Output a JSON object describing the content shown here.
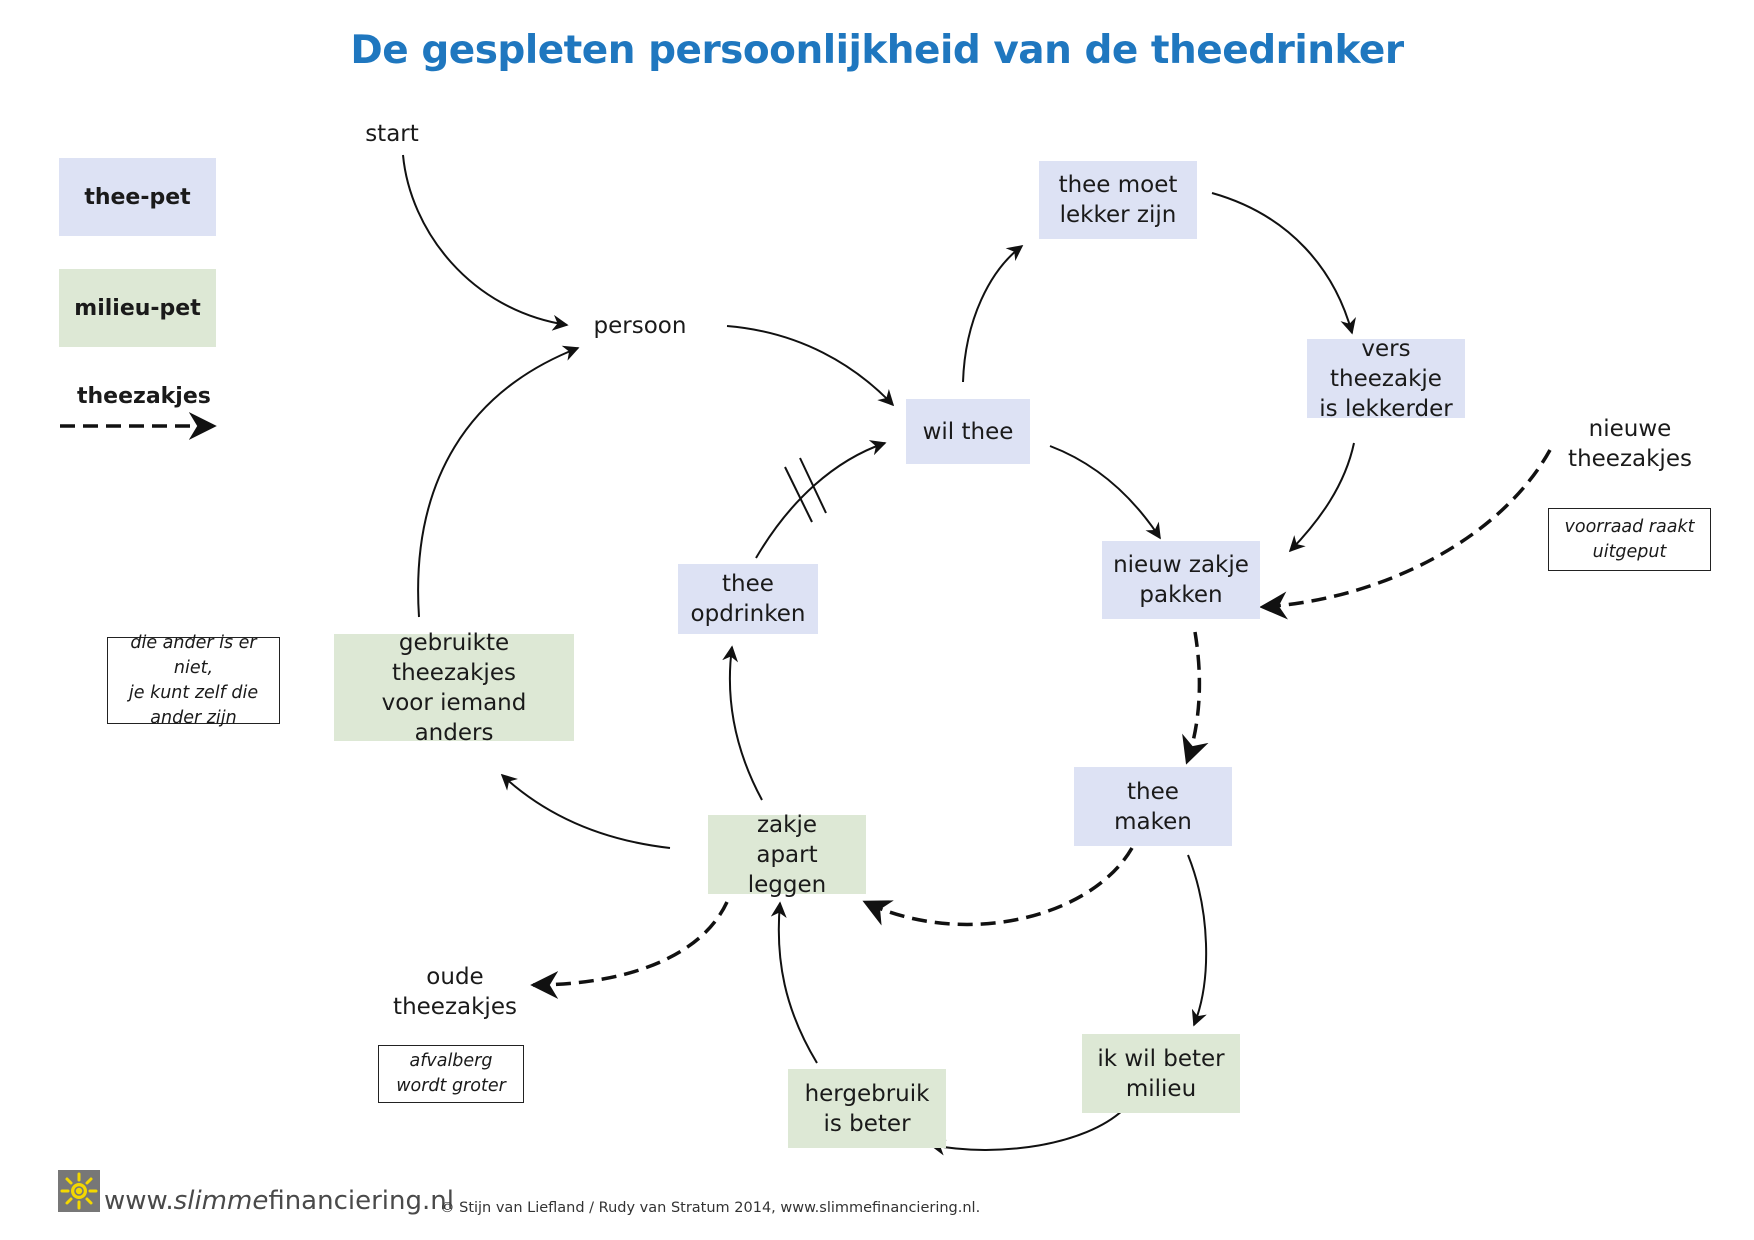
{
  "title": "De gespleten persoonlijkheid van de theedrinker",
  "colors": {
    "title": "#1f77bf",
    "thee_pet": "#dde2f4",
    "milieu_pet": "#dde8d5"
  },
  "legend": {
    "thee_pet": "thee-pet",
    "milieu_pet": "milieu-pet",
    "theezakjes": "theezakjes"
  },
  "nodes": {
    "start": "start",
    "persoon": "persoon",
    "wil_thee": "wil thee",
    "thee_moet_lekker": "thee moet\nlekker zijn",
    "vers_theezakje": "vers theezakje\nis lekkerder",
    "nieuwe_theezakjes": "nieuwe\ntheezakjes",
    "nieuw_zakje": "nieuw zakje\npakken",
    "thee_maken": "thee\nmaken",
    "ik_wil_milieu": "ik wil beter\nmilieu",
    "hergebruik": "hergebruik\nis beter",
    "zakje_apart": "zakje\napart leggen",
    "oude_theezakjes": "oude\ntheezakjes",
    "gebruikte": "gebruikte theezakjes\nvoor iemand\nanders",
    "thee_opdrinken": "thee\nopdrinken"
  },
  "notes": {
    "voorraad": "voorraad raakt\nuitgeput",
    "afvalberg": "afvalberg\nwordt groter",
    "die_ander": "die ander is er niet,\nje kunt zelf die\nander zijn"
  },
  "footer": {
    "site_prefix": "www.",
    "site_italic": "slimme",
    "site_suffix": "financiering.nl",
    "copyright": "© Stijn van Liefland / Rudy van Stratum 2014, www.slimmefinanciering.nl."
  }
}
